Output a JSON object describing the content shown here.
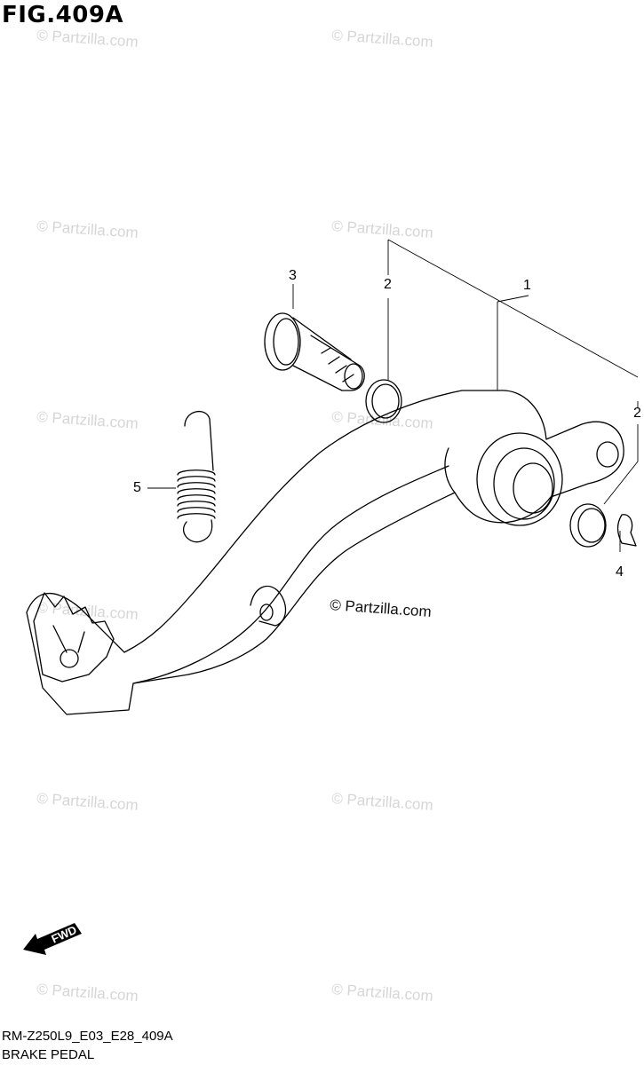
{
  "figure": {
    "title": "FIG.409A"
  },
  "watermark": {
    "text": "© Partzilla.com"
  },
  "callouts": [
    {
      "id": "c1",
      "label": "1"
    },
    {
      "id": "c2a",
      "label": "2"
    },
    {
      "id": "c2b",
      "label": "2"
    },
    {
      "id": "c3",
      "label": "3"
    },
    {
      "id": "c4",
      "label": "4"
    },
    {
      "id": "c5",
      "label": "5"
    }
  ],
  "fwd": {
    "label": "FWD"
  },
  "footer": {
    "code": "RM-Z250L9_E03_E28_409A",
    "name": "BRAKE PEDAL"
  }
}
